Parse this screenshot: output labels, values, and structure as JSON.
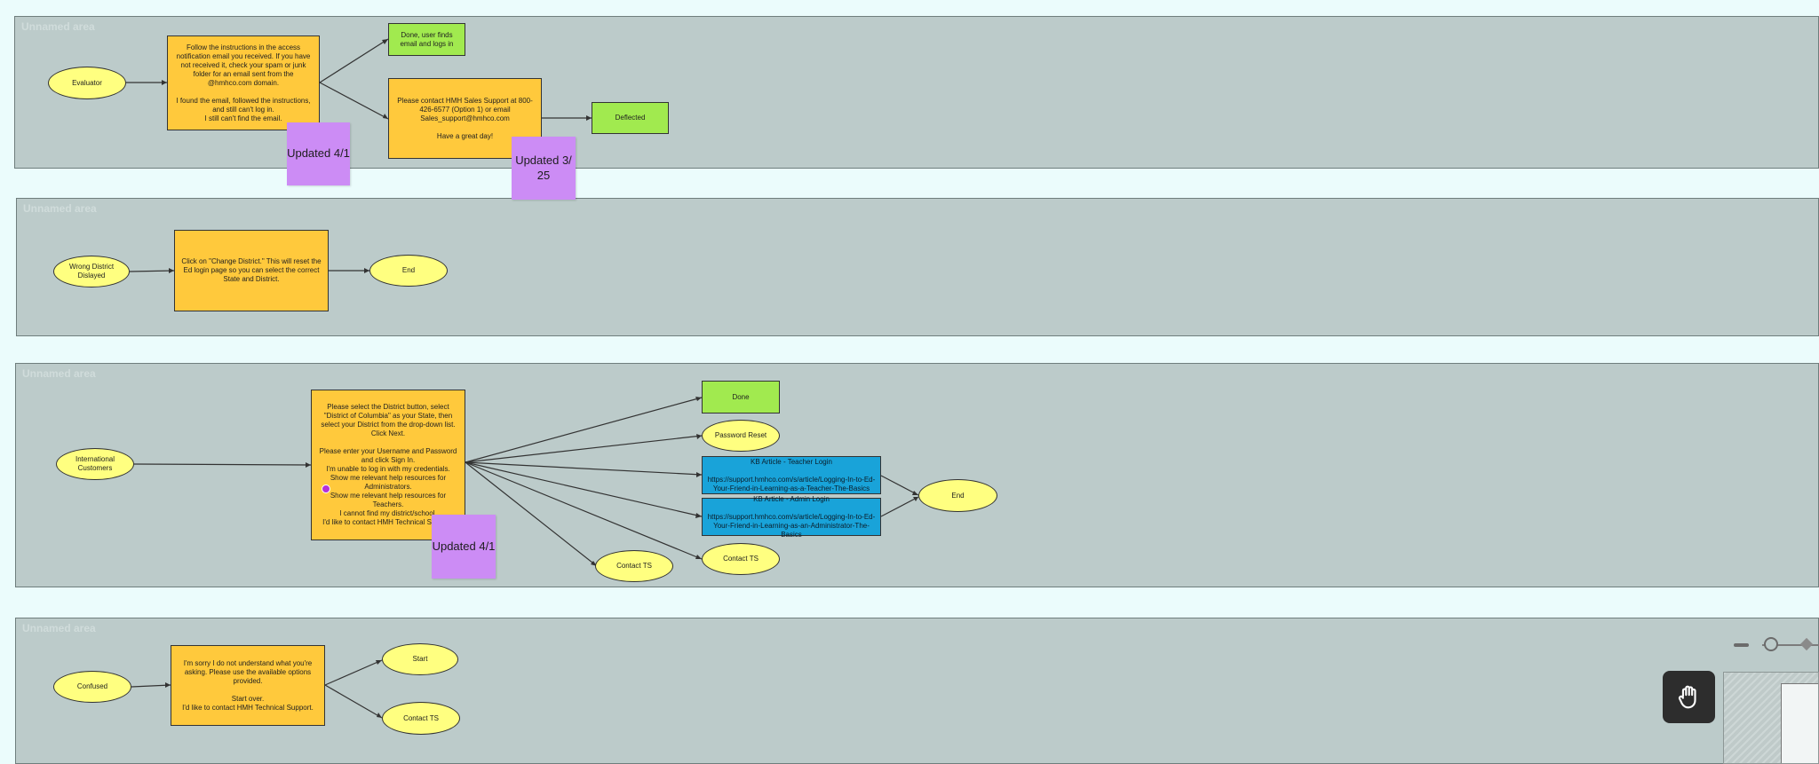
{
  "areas": [
    {
      "label": "Unnamed area"
    },
    {
      "label": "Unnamed area"
    },
    {
      "label": "Unnamed area"
    },
    {
      "label": "Unnamed area"
    }
  ],
  "nodes": {
    "evaluator": "Evaluator",
    "evaluator_instructions": "Follow the instructions in the access notification email you received. If you have not received it, check your spam or junk folder for an email sent from the @hmhco.com domain.\n\nI found the email, followed the instructions, and still can't log in.\nI still can't find the email.",
    "done_logs_in": "Done, user finds email and logs in",
    "contact_sales": "Please contact HMH Sales Support at 800-426-6577 (Option 1) or email Sales_support@hmhco.com\n\nHave a great day!",
    "deflected": "Deflected",
    "wrong_district": "Wrong District Dislayed",
    "change_district": "Click on \"Change District.\" This will reset the Ed login page so you can select the correct State and District.",
    "end_1": "End",
    "international": "International Customers",
    "intl_instructions": "Please select the District button, select \"District of Columbia\" as your State, then select your District from the drop-down list. Click Next.\n\nPlease enter your Username and Password and click Sign In.\nI'm unable to log in with my credentials.\nShow me relevant help resources for Administrators.\nShow me relevant help resources for Teachers.\nI cannot find my district/school.\nI'd like to contact HMH Technical Support.",
    "done_2": "Done",
    "password_reset": "Password Reset",
    "kb_teacher": "KB Article - Teacher Login\n\nhttps://support.hmhco.com/s/article/Logging-In-to-Ed-Your-Friend-in-Learning-as-a-Teacher-The-Basics",
    "kb_admin": "KB Article - Admin Login\n\nhttps://support.hmhco.com/s/article/Logging-In-to-Ed-Your-Friend-in-Learning-as-an-Administrator-The-Basics",
    "end_2": "End",
    "contact_ts_1": "Contact TS",
    "contact_ts_2": "Contact TS",
    "confused": "Confused",
    "confused_msg": "I'm sorry I do not understand what you're asking. Please use the available options provided.\n\nStart over.\nI'd like to contact HMH Technical Support.",
    "start": "Start",
    "contact_ts_3": "Contact TS"
  },
  "stickies": {
    "s1": "Updated 4/1",
    "s2": "Updated 3/\n25",
    "s3": "Updated 4/1"
  },
  "controls": {
    "hand_icon": "hand-icon",
    "zoom_icon": "zoom-slider"
  },
  "colors": {
    "canvas": "#ebfcfc",
    "area": "#bccbca",
    "orange": "#ffc93c",
    "green": "#a1ea4f",
    "yellow": "#ffff80",
    "blue": "#19a3d9",
    "sticky": "#cc8cf5"
  }
}
